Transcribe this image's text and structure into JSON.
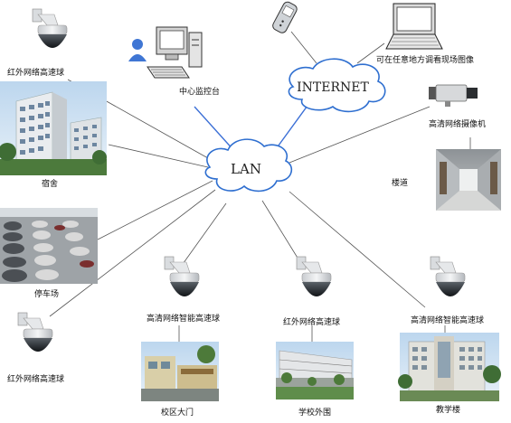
{
  "diagram": {
    "hubs": {
      "lan": "LAN",
      "internet": "INTERNET"
    },
    "labels": {
      "ir_dome_top": "红外网络高速球",
      "control_center": "中心监控台",
      "remote_view": "可在任意地方调看现场图像",
      "hd_camera": "高清网络摄像机",
      "dormitory": "宿舍",
      "corridor": "楼道",
      "parking": "停车场",
      "ir_dome_bottom": "红外网络高速球",
      "gate_camera": "高清网络智能高速球",
      "gate": "校区大门",
      "perimeter_camera": "红外网络高速球",
      "perimeter": "学校外围",
      "teaching_camera": "高清网络智能高速球",
      "teaching": "教学楼"
    },
    "icons": [
      "dome-camera-icon",
      "computer-icon",
      "user-icon",
      "mobile-phone-icon",
      "laptop-icon",
      "box-camera-icon"
    ],
    "colors": {
      "cloud_stroke": "#2f6fd0",
      "link_line": "#555555",
      "lan_link": "#3b6fd6"
    }
  }
}
